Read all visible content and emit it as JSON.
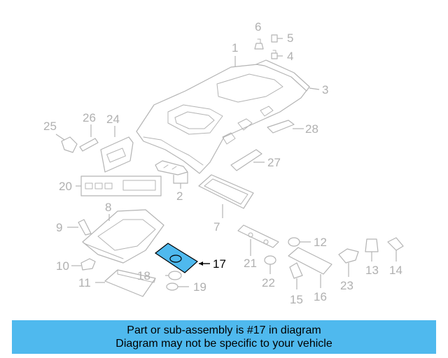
{
  "diagram": {
    "callouts": [
      "1",
      "2",
      "3",
      "4",
      "5",
      "6",
      "7",
      "8",
      "9",
      "10",
      "11",
      "12",
      "13",
      "14",
      "15",
      "16",
      "17",
      "18",
      "19",
      "20",
      "21",
      "22",
      "23",
      "24",
      "25",
      "26",
      "27",
      "28"
    ],
    "highlighted_part": "17",
    "highlight_color": "#4fb9ee",
    "line_color": "#b4b4b4"
  },
  "banner": {
    "line1": "Part or sub-assembly is #17 in diagram",
    "line2": "Diagram may not be specific to your vehicle",
    "background": "#4fb9ee"
  }
}
